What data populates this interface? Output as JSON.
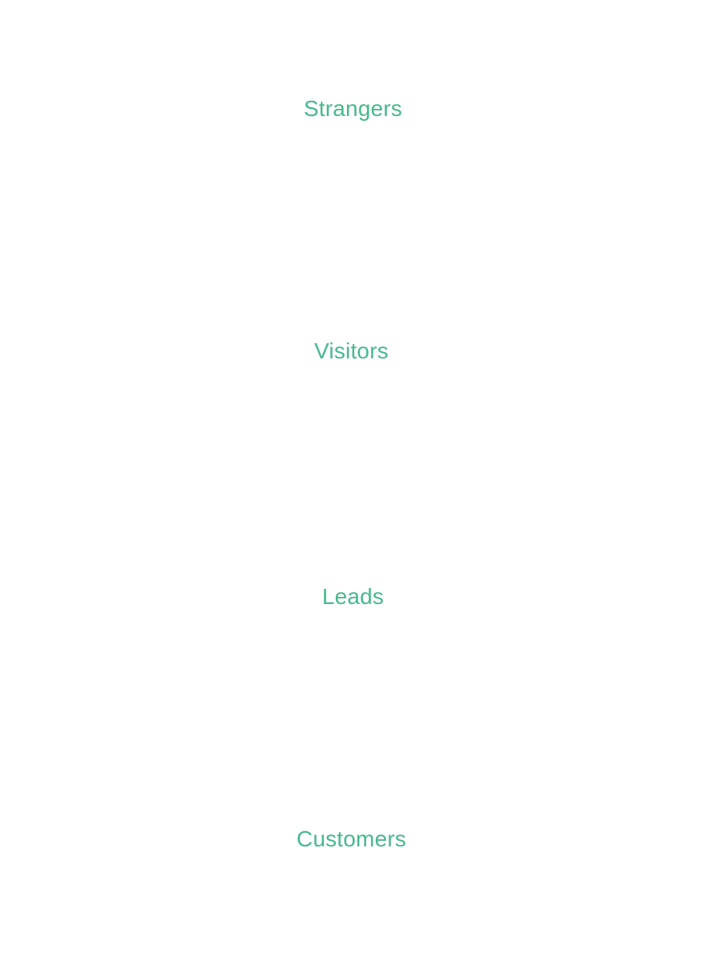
{
  "diagram": {
    "accent_color": "#46b98b",
    "stages": [
      {
        "label": "Strangers"
      },
      {
        "label": "Visitors"
      },
      {
        "label": "Leads"
      },
      {
        "label": "Customers"
      }
    ]
  }
}
